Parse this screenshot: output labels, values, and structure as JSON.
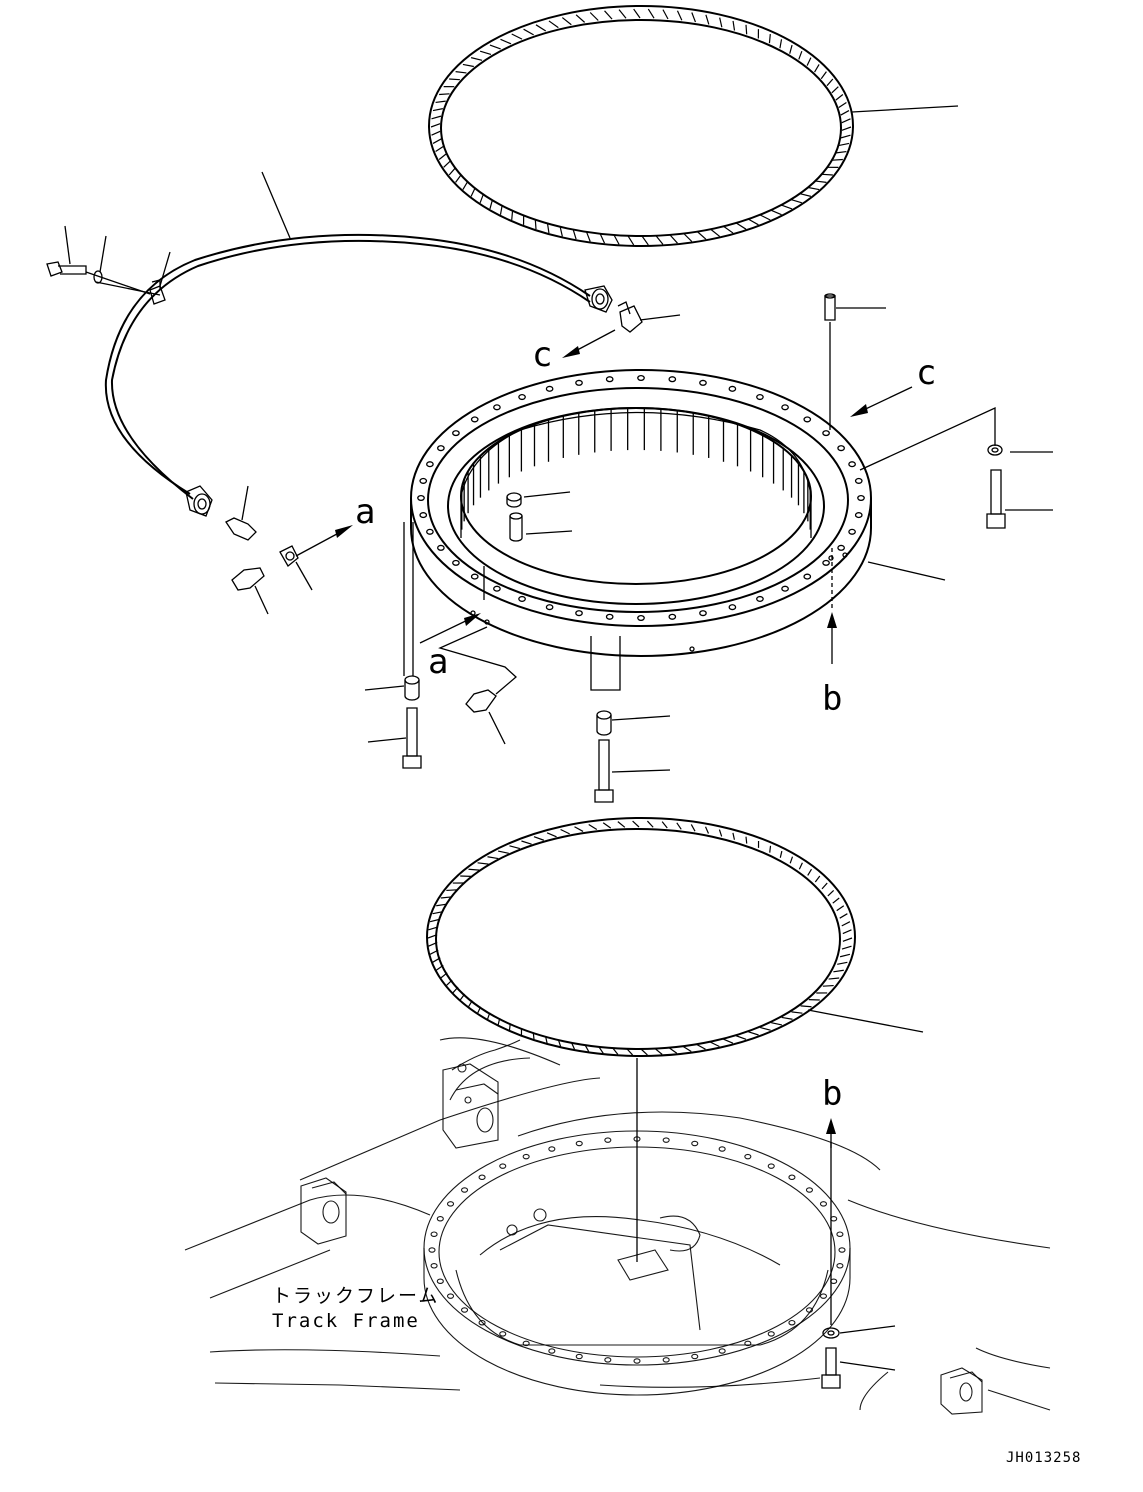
{
  "labels": {
    "callout_a_upper": "a",
    "callout_a_lower": "a",
    "callout_b_upper": "b",
    "callout_b_lower": "b",
    "callout_c_left": "c",
    "callout_c_right": "c",
    "track_frame_jp": "トラックフレーム",
    "track_frame_en": "Track Frame",
    "drawing_code": "JH013258"
  }
}
